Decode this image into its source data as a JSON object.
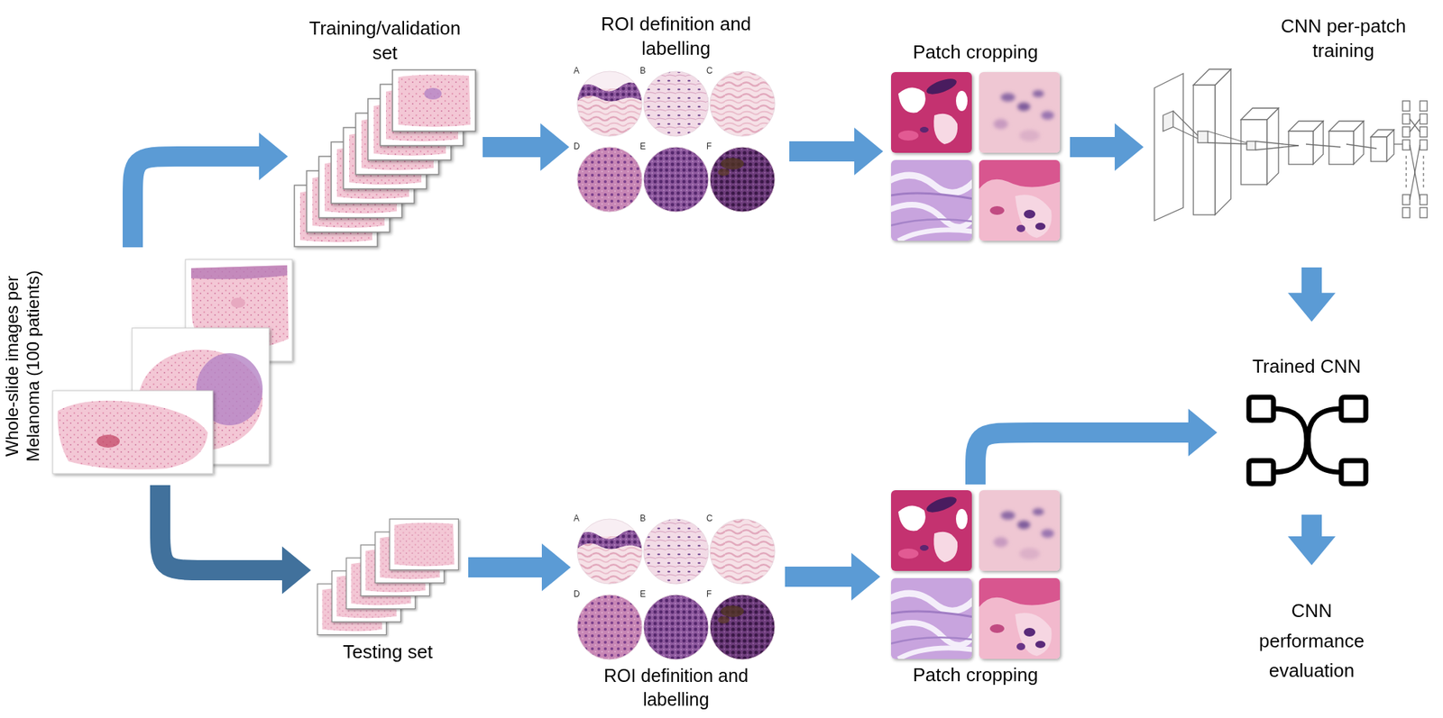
{
  "diagram": {
    "nodes": [
      {
        "text": [
          "Whole-slide images per Melanoma (100 patients)"
        ]
      },
      {
        "text": [
          "Training/validation set"
        ]
      },
      {
        "text": [
          "ROI definition and labelling"
        ]
      },
      {
        "text": [
          "Patch cropping"
        ]
      },
      {
        "text": [
          "CNN per-patch training"
        ]
      },
      {
        "text": [
          "Trained CNN"
        ]
      },
      {
        "text": [
          "CNN performance evaluation"
        ]
      },
      {
        "text": [
          "Testing set"
        ]
      },
      {
        "text": [
          "ROI definition and labelling"
        ]
      },
      {
        "text": [
          "Patch cropping"
        ]
      }
    ],
    "edges": [
      {
        "from": 0,
        "to": 1,
        "arrow": "to"
      },
      {
        "from": 1,
        "to": 2,
        "arrow": "to"
      },
      {
        "from": 2,
        "to": 3,
        "arrow": "to"
      },
      {
        "from": 3,
        "to": 4,
        "arrow": "to"
      },
      {
        "from": 4,
        "to": 5,
        "arrow": "to"
      },
      {
        "from": 5,
        "to": 6,
        "arrow": "to"
      },
      {
        "from": 0,
        "to": 7,
        "arrow": "to"
      },
      {
        "from": 7,
        "to": 8,
        "arrow": "to"
      },
      {
        "from": 8,
        "to": 9,
        "arrow": "to"
      },
      {
        "from": 9,
        "to": 5,
        "arrow": "to"
      }
    ],
    "labels": [
      "A",
      "B",
      "C",
      "D",
      "E",
      "F",
      "A",
      "B",
      "C",
      "D",
      "E",
      "F"
    ]
  }
}
